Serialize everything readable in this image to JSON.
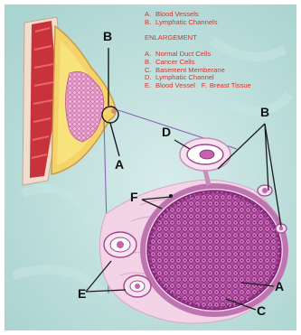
{
  "legend": {
    "top": [
      {
        "key": "A.",
        "text": "Blood Vessels"
      },
      {
        "key": "B.",
        "text": "Lymphatic Channels"
      }
    ],
    "heading": "ENLARGEMENT",
    "items": [
      {
        "key": "A.",
        "text": "Normal Duct Cells"
      },
      {
        "key": "B.",
        "text": "Cancer Cells"
      },
      {
        "key": "C.",
        "text": "Basement Memberane"
      },
      {
        "key": "D.",
        "text": "Lymphatic Channel"
      }
    ],
    "last": {
      "key": "E.",
      "text": "Blood Vessel",
      "key2": "F.",
      "text2": "Breast Tissue"
    }
  },
  "labels": {
    "b_small": "B",
    "a_small": "A",
    "d": "D",
    "b_big": "B",
    "f": "F",
    "a_big": "A",
    "c": "C",
    "e": "E"
  },
  "colors": {
    "background": "#bfe0dd",
    "tissue": "#f3d3e6",
    "cells": "#a73f93",
    "legend_text": "#e0302a",
    "leader_lines": "#8c63b8"
  }
}
